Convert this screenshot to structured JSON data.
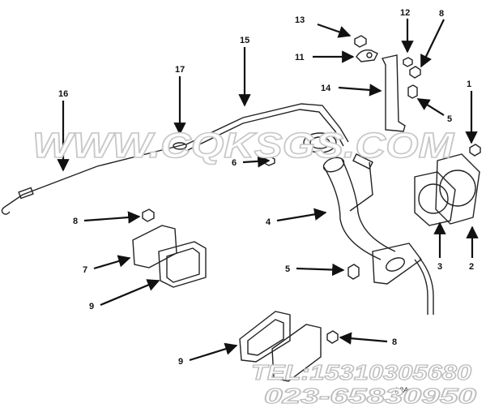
{
  "watermark": {
    "site": "WWW.CQKSGS.COM",
    "tel": "TEL:15310305680",
    "phone": "023-65830950"
  },
  "drawing_code": "h2Ay",
  "callouts": {
    "c1": "1",
    "c2": "2",
    "c3": "3",
    "c4": "4",
    "c5a": "5",
    "c5b": "5",
    "c6": "6",
    "c7": "7",
    "c8a": "8",
    "c8b": "8",
    "c8c": "8",
    "c9a": "9",
    "c9b": "9",
    "c11": "11",
    "c12": "12",
    "c13": "13",
    "c14": "14",
    "c15": "15",
    "c16": "16",
    "c17": "17"
  }
}
